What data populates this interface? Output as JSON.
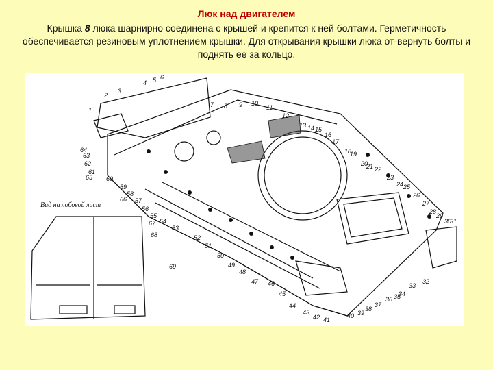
{
  "slide": {
    "title": "Люк над двигателем",
    "description_pre": "Крышка ",
    "description_ref": "8",
    "description_post": "  люка шарнирно соединена с крышей и крепится к ней болтами. Герметичность обеспечивается резиновым уплотнением крышки. Для открывания крышки люка от-вернуть болты и поднять ее за кольцо."
  },
  "diagram": {
    "inset_caption": "Вид на лобовой лист",
    "part_labels": [
      "1",
      "2",
      "3",
      "4",
      "5",
      "6",
      "7",
      "8",
      "9",
      "10",
      "11",
      "12",
      "13",
      "14",
      "15",
      "16",
      "17",
      "18",
      "19",
      "20",
      "21",
      "22",
      "23",
      "24",
      "25",
      "26",
      "27",
      "28",
      "29",
      "30",
      "31",
      "32",
      "33",
      "34",
      "35",
      "36",
      "37",
      "38",
      "39",
      "40",
      "41",
      "42",
      "43",
      "44",
      "45",
      "46",
      "47",
      "48",
      "49",
      "50",
      "51",
      "52",
      "53",
      "54",
      "55",
      "56",
      "57",
      "58",
      "59",
      "60",
      "61",
      "62",
      "63",
      "64",
      "65",
      "66",
      "67",
      "68",
      "69"
    ]
  }
}
